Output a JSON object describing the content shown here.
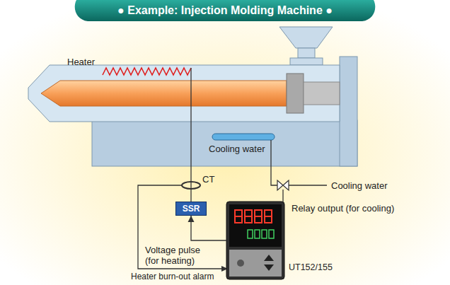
{
  "diagram": {
    "title": "● Example: Injection Molding Machine ●",
    "nodes": [
      {
        "text": [
          "SSR"
        ]
      },
      {
        "text": [
          "UT152/155"
        ]
      }
    ],
    "edges": [
      {
        "from": 1,
        "to": 0,
        "arrow": "to",
        "label": "Voltage pulse (for heating)"
      }
    ],
    "labels": [
      "Heater",
      "Cooling water",
      "CT",
      "Cooling water",
      "Relay output (for cooling)",
      "Heater burn-out alarm"
    ]
  }
}
